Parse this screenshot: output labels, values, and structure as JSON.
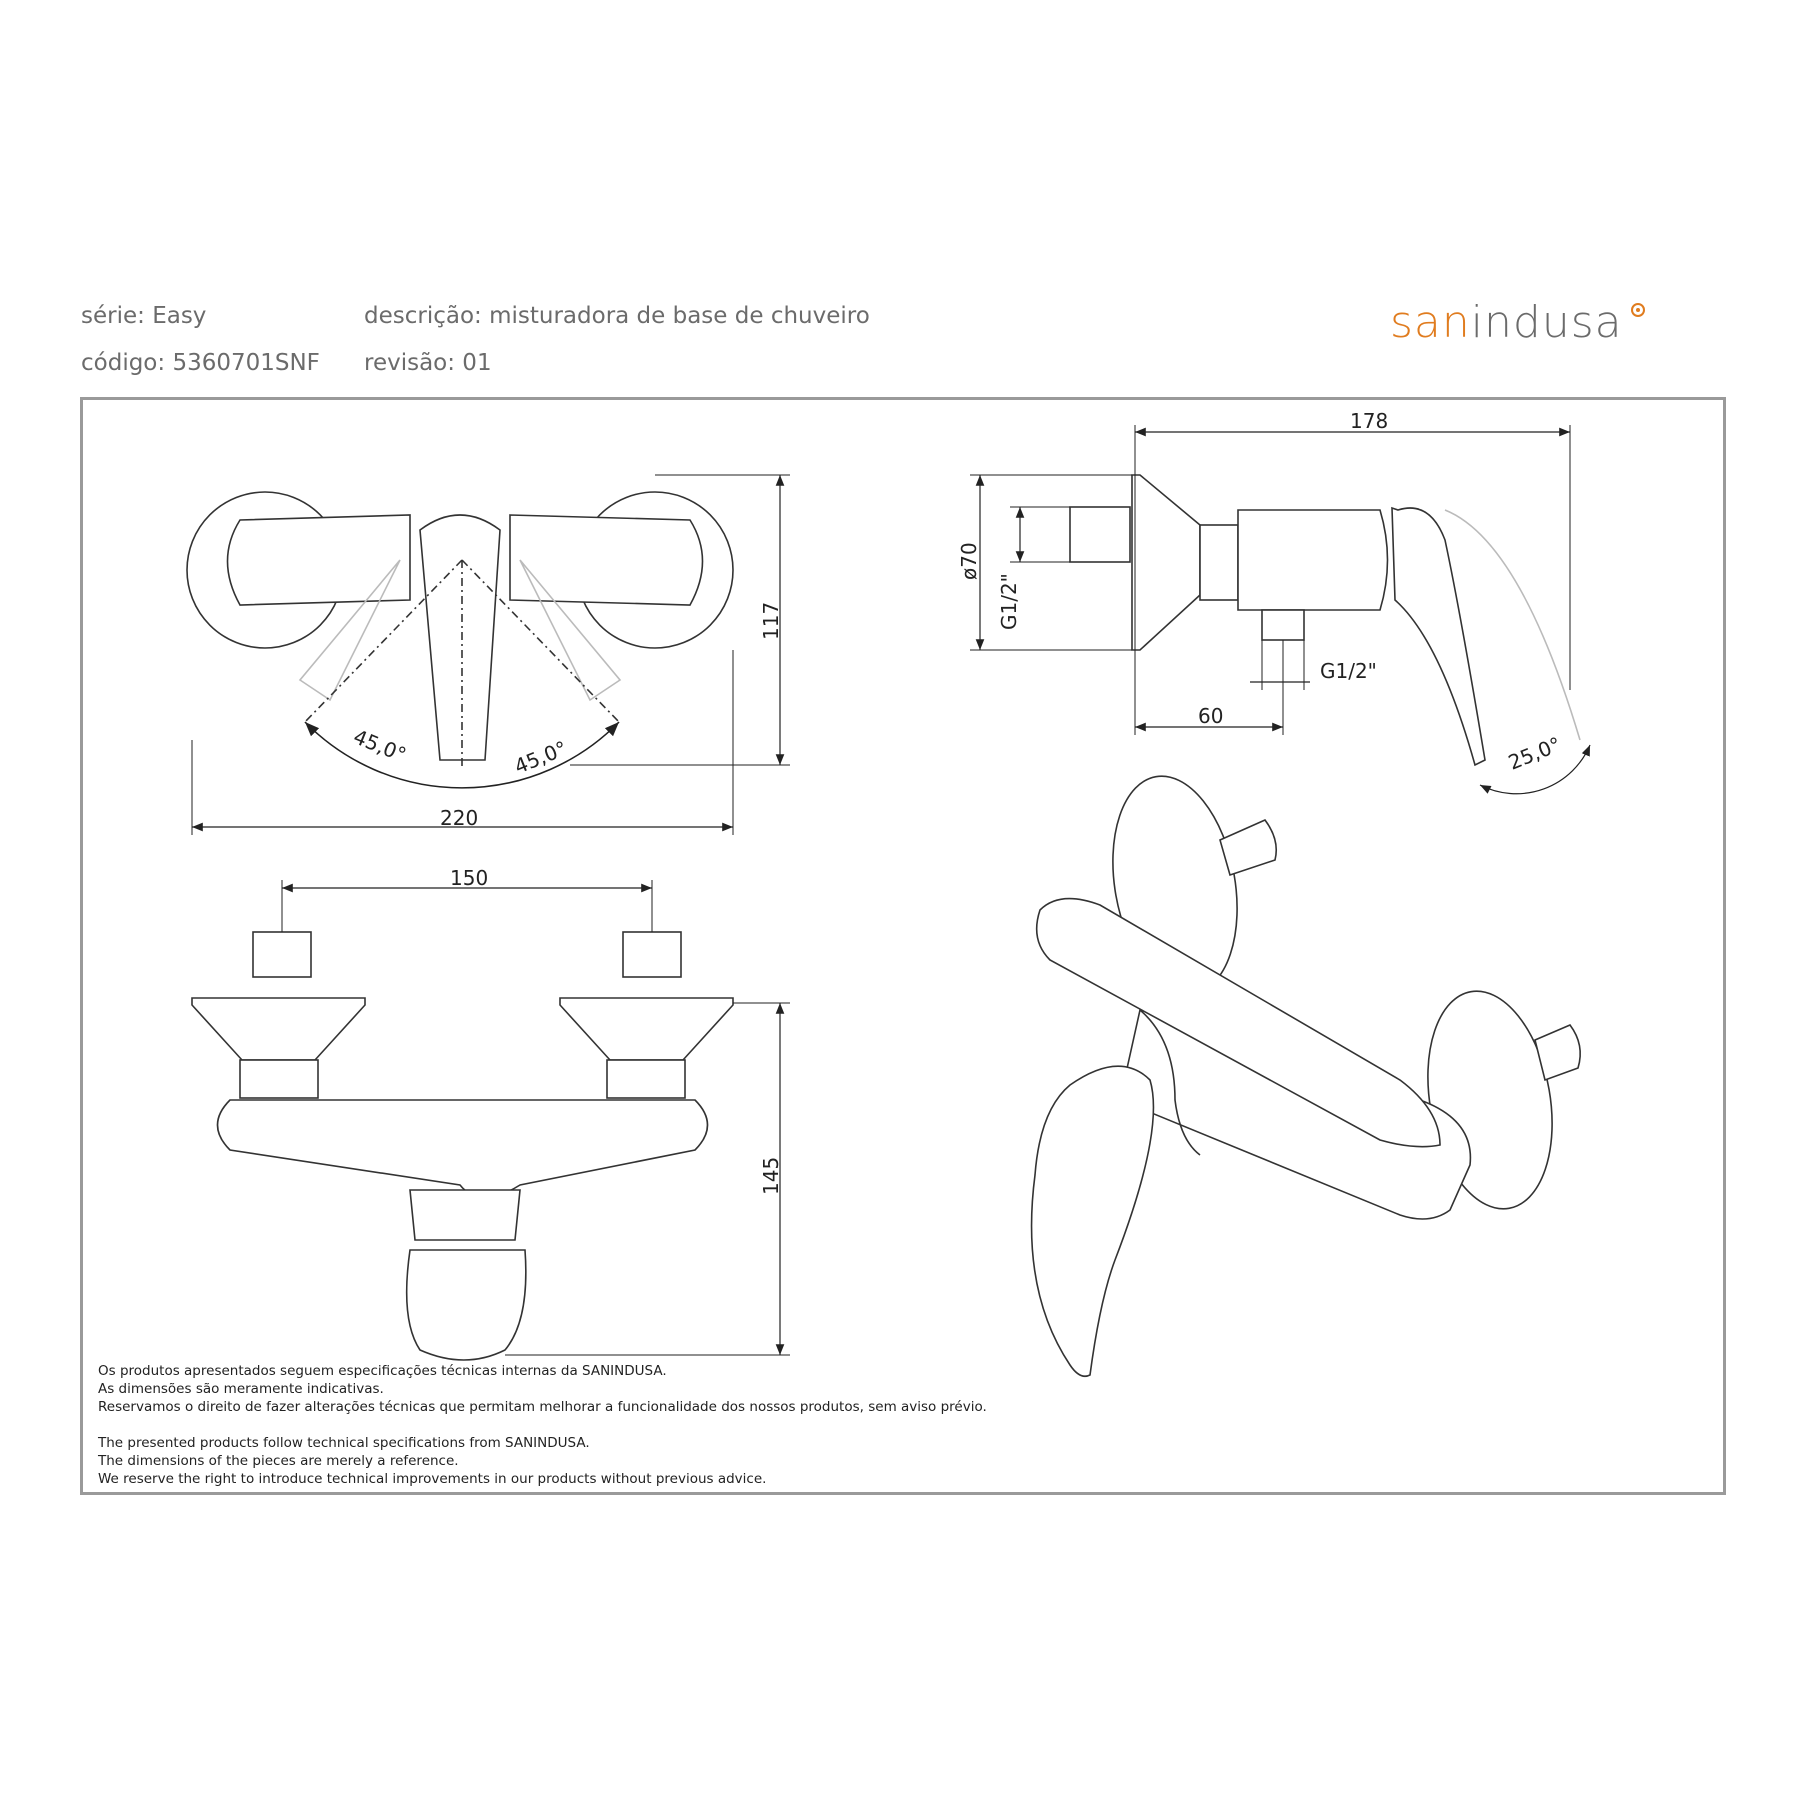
{
  "header": {
    "serie": "série: Easy",
    "codigo": "código: 5360701SNF",
    "descricao": "descrição: misturadora de base de chuveiro",
    "revisao": "revisão: 01"
  },
  "logo": {
    "part1": "san",
    "part2": "indusa",
    "brand_color": "#e07c1f",
    "text_color": "#6b6b6b"
  },
  "dimensions": {
    "top_width": "220",
    "top_depth": "117",
    "angle_left": "45,0°",
    "angle_right": "45,0°",
    "side_length": "178",
    "side_diameter": "ø70",
    "side_thread_inlet": "G1/2\"",
    "side_thread_outlet": "G1/2\"",
    "side_offset": "60",
    "side_angle": "25,0°",
    "front_centers": "150",
    "front_height": "145"
  },
  "notes": {
    "pt": [
      "Os produtos apresentados seguem especificações técnicas internas da SANINDUSA.",
      "As dimensões são meramente indicativas.",
      "Reservamos o direito de fazer alterações técnicas que permitam melhorar a funcionalidade dos nossos produtos, sem aviso prévio."
    ],
    "en": [
      "The presented products follow technical specifications from SANINDUSA.",
      "The dimensions of the pieces are merely a reference.",
      "We reserve the right to introduce technical improvements in our products without previous advice."
    ]
  }
}
